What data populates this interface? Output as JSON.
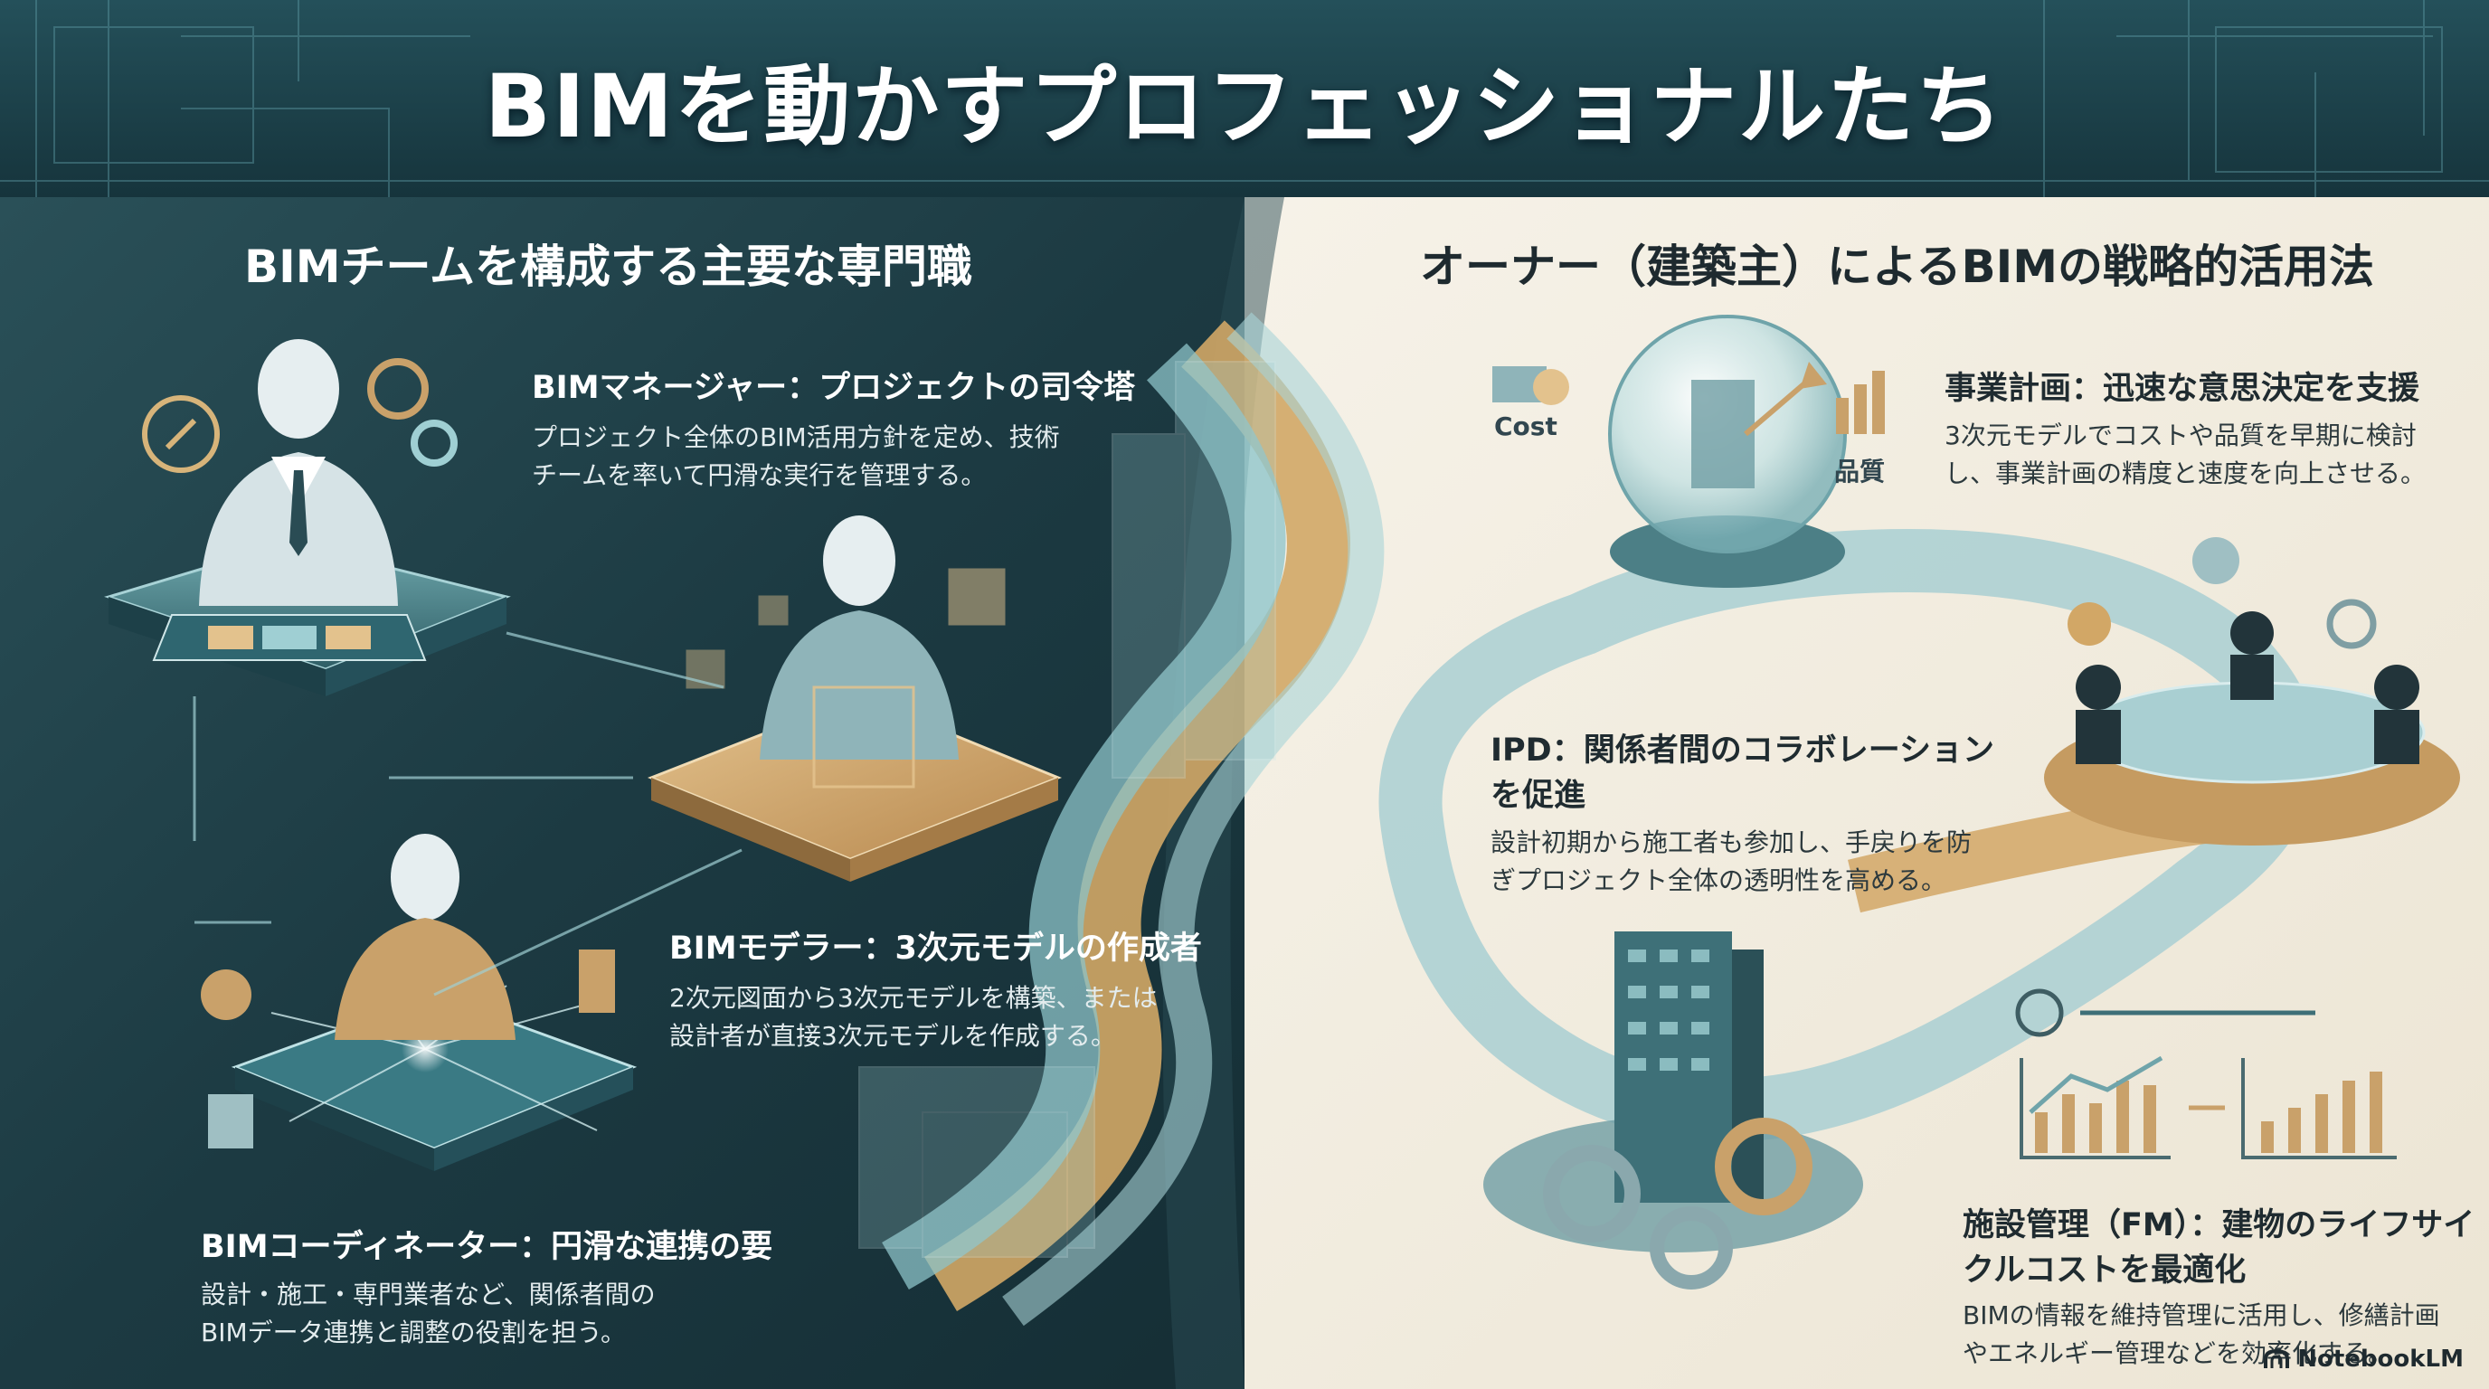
{
  "title": "BIMを動かすプロフェッショナルたち",
  "left": {
    "heading": "BIMチームを構成する主要な専門職",
    "roles": [
      {
        "title": "BIMマネージャー：プロジェクトの司令塔",
        "desc": [
          "プロジェクト全体のBIM活用方針を定め、技術",
          "チームを率いて円滑な実行を管理する。"
        ]
      },
      {
        "title": "BIMモデラー：3次元モデルの作成者",
        "desc": [
          "2次元図面から3次元モデルを構築、または",
          "設計者が直接3次元モデルを作成する。"
        ]
      },
      {
        "title": "BIMコーディネーター：円滑な連携の要",
        "desc": [
          "設計・施工・専門業者など、関係者間の",
          "BIMデータ連携と調整の役割を担う。"
        ]
      }
    ]
  },
  "right": {
    "heading": "オーナー（建築主）によるBIMの戦略的活用法",
    "items": [
      {
        "title": "事業計画：迅速な意思決定を支援",
        "desc": [
          "3次元モデルでコストや品質を早期に検討",
          "し、事業計画の精度と速度を向上させる。"
        ]
      },
      {
        "title_lines": [
          "IPD：関係者間のコラボレーション",
          "を促進"
        ],
        "desc": [
          "設計初期から施工者も参加し、手戻りを防",
          "ぎプロジェクト全体の透明性を高める。"
        ]
      },
      {
        "title_lines": [
          "施設管理（FM）：建物のライフサイ",
          "クルコストを最適化"
        ],
        "desc": [
          "BIMの情報を維持管理に活用し、修繕計画",
          "やエネルギー管理などを効率化する。"
        ]
      }
    ],
    "labels": {
      "cost": "Cost",
      "quality": "品質"
    }
  },
  "brand": "NotebookLM",
  "colors": {
    "dark_panel": "#1d3d45",
    "light_panel": "#f2ede1",
    "gold": "#c9a16a",
    "teal": "#7fb5bb"
  }
}
